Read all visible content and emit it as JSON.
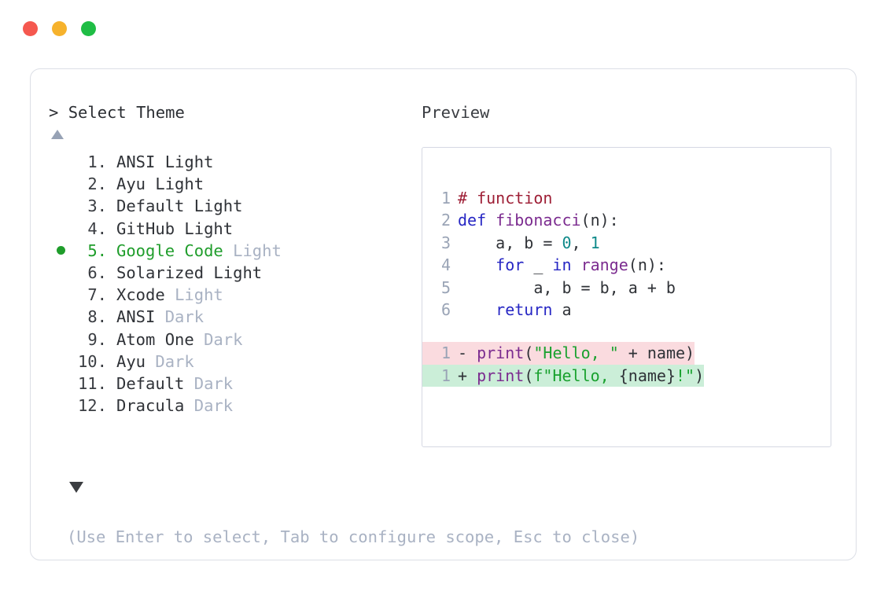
{
  "window": {
    "traffic_lights": [
      {
        "name": "close",
        "color": "#f5584f"
      },
      {
        "name": "minimize",
        "color": "#f6b22c"
      },
      {
        "name": "maximize",
        "color": "#1fbd45"
      }
    ]
  },
  "left": {
    "prompt_chevron": ">",
    "prompt_label": "Select Theme",
    "scroll_up_icon": "triangle-up",
    "scroll_down_icon": "triangle-down",
    "themes": [
      {
        "index": "1.",
        "name": "ANSI",
        "variant": "Light",
        "selected": false,
        "variant_muted": false
      },
      {
        "index": "2.",
        "name": "Ayu",
        "variant": "Light",
        "selected": false,
        "variant_muted": false
      },
      {
        "index": "3.",
        "name": "Default",
        "variant": "Light",
        "selected": false,
        "variant_muted": false
      },
      {
        "index": "4.",
        "name": "GitHub",
        "variant": "Light",
        "selected": false,
        "variant_muted": false
      },
      {
        "index": "5.",
        "name": "Google Code",
        "variant": "Light",
        "selected": true,
        "variant_muted": true
      },
      {
        "index": "6.",
        "name": "Solarized",
        "variant": "Light",
        "selected": false,
        "variant_muted": false
      },
      {
        "index": "7.",
        "name": "Xcode",
        "variant": "Light",
        "selected": false,
        "variant_muted": true
      },
      {
        "index": "8.",
        "name": "ANSI",
        "variant": "Dark",
        "selected": false,
        "variant_muted": true
      },
      {
        "index": "9.",
        "name": "Atom One",
        "variant": "Dark",
        "selected": false,
        "variant_muted": true
      },
      {
        "index": "10.",
        "name": "Ayu",
        "variant": "Dark",
        "selected": false,
        "variant_muted": true
      },
      {
        "index": "11.",
        "name": "Default",
        "variant": "Dark",
        "selected": false,
        "variant_muted": true
      },
      {
        "index": "12.",
        "name": "Dracula",
        "variant": "Dark",
        "selected": false,
        "variant_muted": true
      }
    ],
    "footer_hint": "(Use Enter to select, Tab to configure scope, Esc to close)"
  },
  "right": {
    "panel_title": "Preview",
    "code_lines": [
      {
        "num": "1",
        "tokens": [
          {
            "t": "# function",
            "c": "tk-comment"
          }
        ]
      },
      {
        "num": "2",
        "tokens": [
          {
            "t": "def ",
            "c": "tk-keyword"
          },
          {
            "t": "fibonacci",
            "c": "tk-fn"
          },
          {
            "t": "(n):",
            "c": "tk-punct"
          }
        ]
      },
      {
        "num": "3",
        "tokens": [
          {
            "t": "    a, b = ",
            "c": "tk-plain"
          },
          {
            "t": "0",
            "c": "tk-num"
          },
          {
            "t": ", ",
            "c": "tk-plain"
          },
          {
            "t": "1",
            "c": "tk-num"
          }
        ]
      },
      {
        "num": "4",
        "tokens": [
          {
            "t": "    ",
            "c": "tk-plain"
          },
          {
            "t": "for",
            "c": "tk-keyword"
          },
          {
            "t": " _ ",
            "c": "tk-plain"
          },
          {
            "t": "in",
            "c": "tk-keyword"
          },
          {
            "t": " ",
            "c": "tk-plain"
          },
          {
            "t": "range",
            "c": "tk-fn"
          },
          {
            "t": "(n):",
            "c": "tk-punct"
          }
        ]
      },
      {
        "num": "5",
        "tokens": [
          {
            "t": "        a, b = b, a + b",
            "c": "tk-plain"
          }
        ]
      },
      {
        "num": "6",
        "tokens": [
          {
            "t": "    ",
            "c": "tk-plain"
          },
          {
            "t": "return",
            "c": "tk-keyword"
          },
          {
            "t": " a",
            "c": "tk-plain"
          }
        ]
      }
    ],
    "diff_lines": [
      {
        "num": "1",
        "marker": "-",
        "kind": "deletion",
        "bg": "#fadbdf",
        "tokens": [
          {
            "t": "print",
            "c": "tk-fn"
          },
          {
            "t": "(",
            "c": "tk-punct"
          },
          {
            "t": "\"Hello, \"",
            "c": "tk-string"
          },
          {
            "t": " + name)",
            "c": "tk-plain"
          }
        ]
      },
      {
        "num": "1",
        "marker": "+",
        "kind": "addition",
        "bg": "#cbeed8",
        "tokens": [
          {
            "t": "print",
            "c": "tk-fn"
          },
          {
            "t": "(",
            "c": "tk-punct"
          },
          {
            "t": "f\"Hello, ",
            "c": "tk-string"
          },
          {
            "t": "{name}",
            "c": "tk-plain"
          },
          {
            "t": "!\"",
            "c": "tk-string"
          },
          {
            "t": ")",
            "c": "tk-punct"
          }
        ]
      }
    ]
  }
}
